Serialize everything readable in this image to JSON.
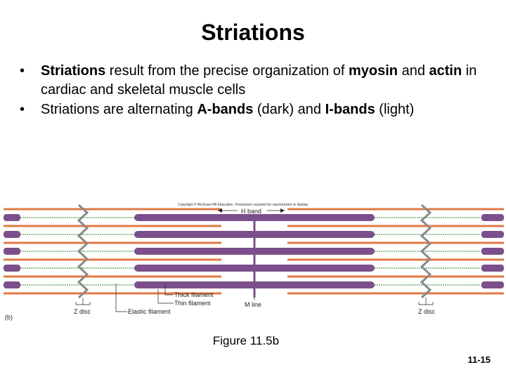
{
  "slide": {
    "title": "Striations",
    "bullets": [
      {
        "parts": [
          {
            "text": "Striations",
            "bold": true
          },
          {
            "text": " result from the precise organization of ",
            "bold": false
          },
          {
            "text": "myosin",
            "bold": true
          },
          {
            "text": " and ",
            "bold": false
          },
          {
            "text": "actin",
            "bold": true
          },
          {
            "text": " in cardiac and skeletal muscle cells",
            "bold": false
          }
        ]
      },
      {
        "parts": [
          {
            "text": "Striations are alternating ",
            "bold": false
          },
          {
            "text": "A-bands",
            "bold": true
          },
          {
            "text": " (dark) and ",
            "bold": false
          },
          {
            "text": "I-bands",
            "bold": true
          },
          {
            "text": " (light)",
            "bold": false
          }
        ]
      }
    ],
    "caption": "Figure 11.5b",
    "slide_number": "11-15"
  },
  "figure": {
    "copyright": "Copyright © McGraw-Hill Education. Permission required for reproduction or display.",
    "panel_letter": "(b)",
    "labels": {
      "h_band": "H band",
      "thick_filament": "Thick filament",
      "thin_filament": "Thin filament",
      "elastic_filament": "Elastic filament",
      "m_line": "M line",
      "z_disc_left": "Z disc",
      "z_disc_right": "Z disc"
    },
    "colors": {
      "thick": "#7b4f8c",
      "thin": "#e07a45",
      "elastic": "#9bc09a",
      "z_disc": "#8a8a8a",
      "background": "#ffffff"
    }
  }
}
